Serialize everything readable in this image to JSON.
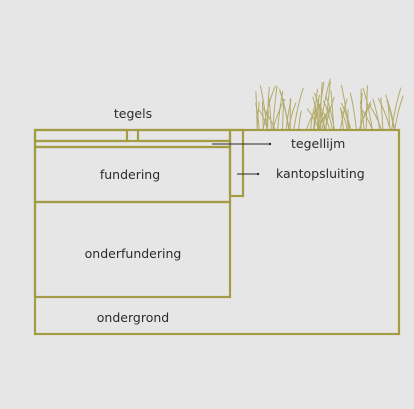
{
  "labels": {
    "tegels": "tegels",
    "tegellijm": "tegellijm",
    "kantopsluiting": "kantopsluiting",
    "fundering": "fundering",
    "onderfundering": "onderfundering",
    "ondergrond": "ondergrond"
  },
  "colors": {
    "background": "#e6e6e6",
    "outline": "#a39c45",
    "grass": "#b3ab6a",
    "text": "#2b2b2b",
    "leader": "#2b2b2b"
  }
}
